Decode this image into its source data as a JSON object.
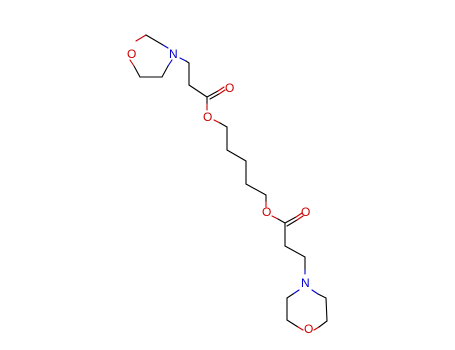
{
  "molecule": {
    "atoms": {
      "o_ring_top": "O",
      "n_ring_top": "N",
      "o_carbonyl_top": "O",
      "o_ester_top": "O",
      "o_ester_bottom": "O",
      "o_carbonyl_bottom": "O",
      "n_ring_bottom": "N",
      "o_ring_bottom": "O"
    },
    "colors": {
      "bond": "#000000",
      "oxygen": "#cc0000",
      "nitrogen": "#0000cc",
      "background": "#ffffff"
    }
  }
}
